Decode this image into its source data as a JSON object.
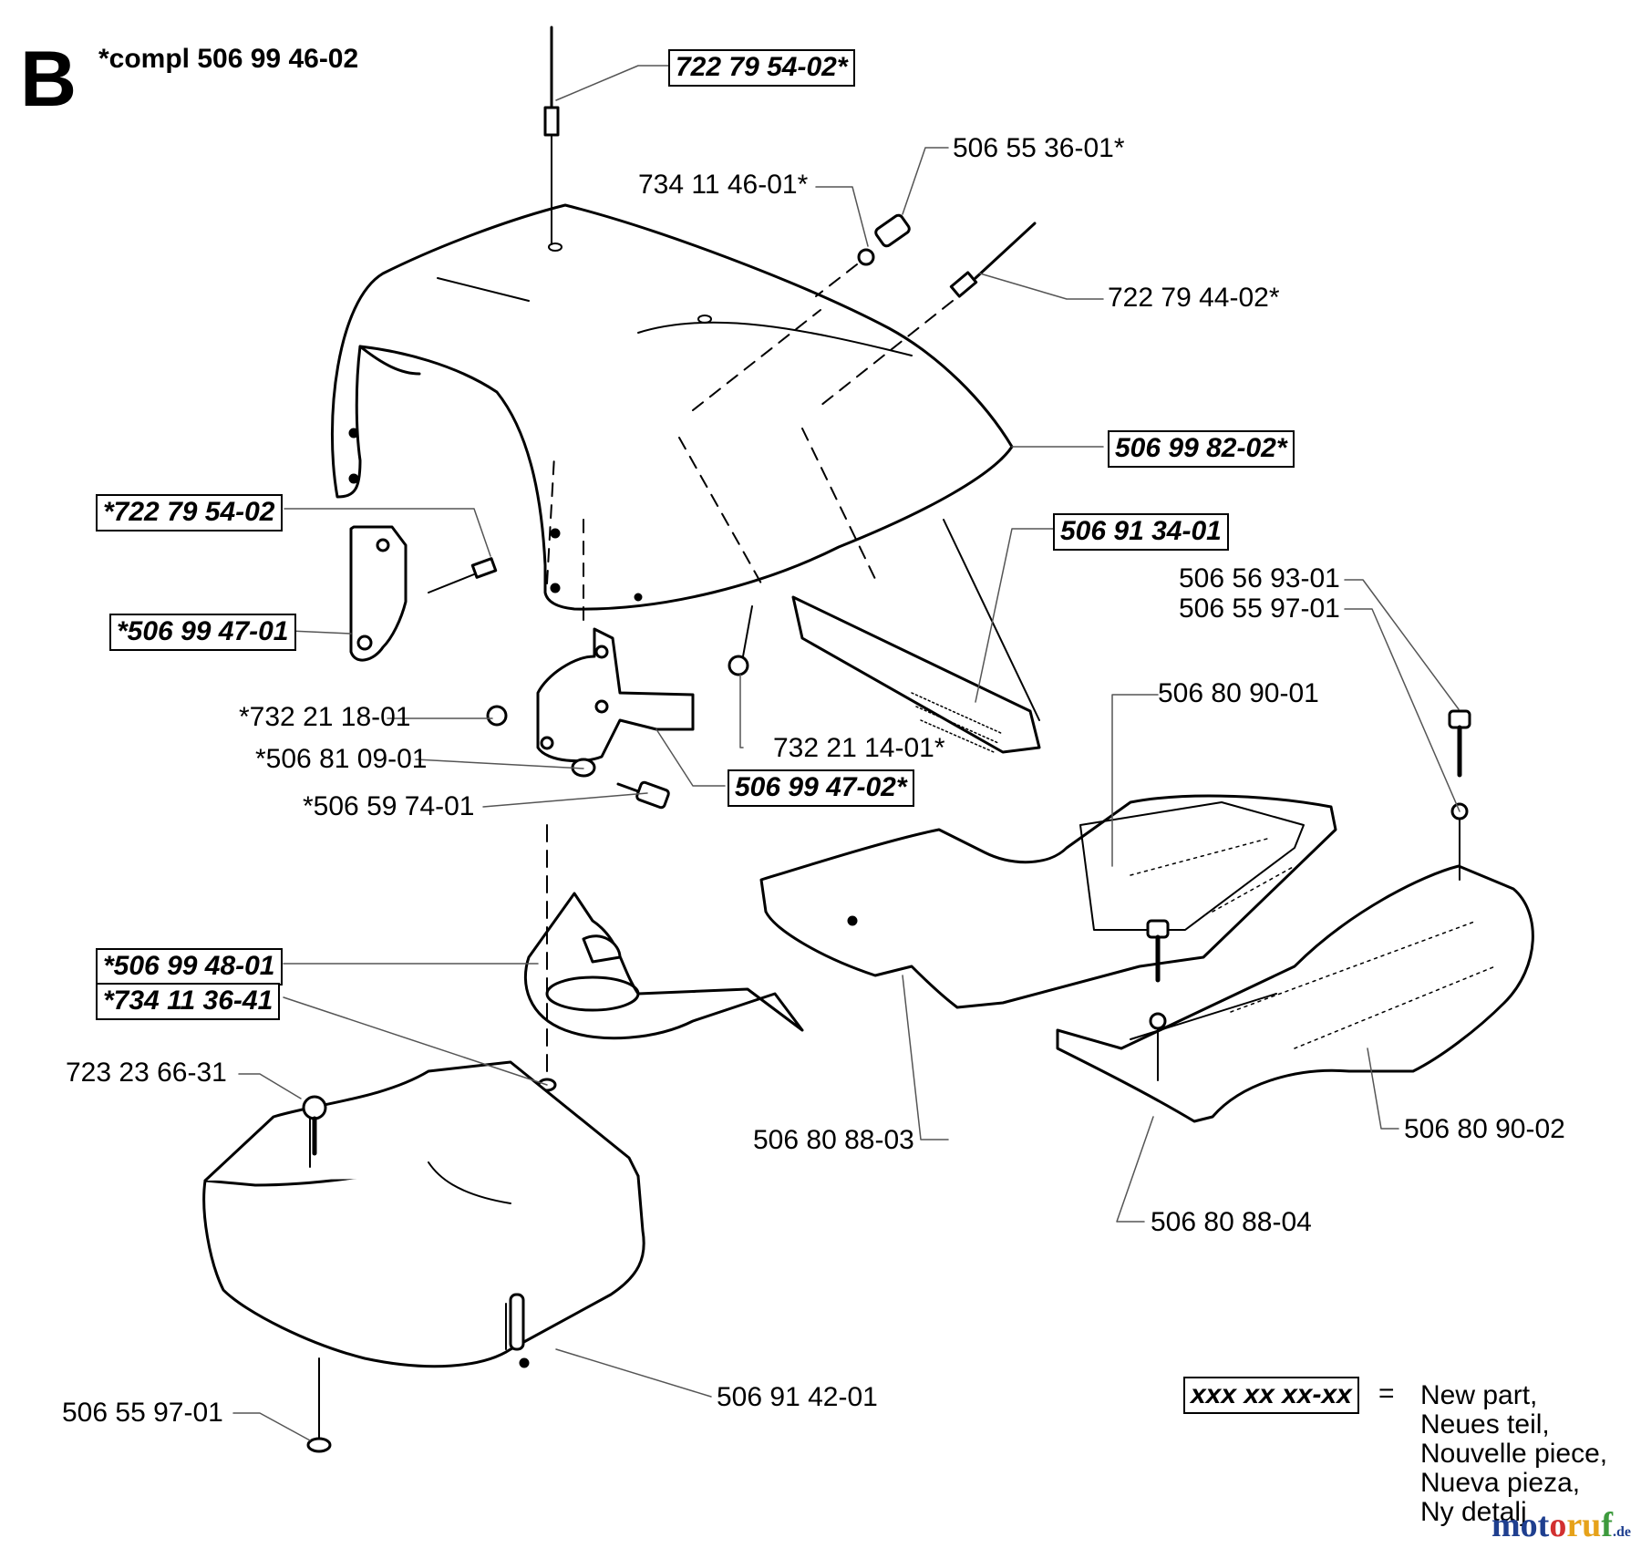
{
  "section": "B",
  "compl": "*compl 506 99 46-02",
  "parts": {
    "p1": "722 79 54-02*",
    "p2": "506 55 36-01*",
    "p3": "734 11 46-01*",
    "p4": "722 79 44-02*",
    "p5": "506 99 82-02*",
    "p6": "*722 79 54-02",
    "p7": "506 91 34-01",
    "p8": "*506 99 47-01",
    "p9": "506 56 93-01",
    "p10": "506 55 97-01",
    "p11": "506 80 90-01",
    "p12": "*732 21 18-01",
    "p13": "732 21 14-01*",
    "p14": "*506 81 09-01",
    "p15": "506 99 47-02*",
    "p16": "*506 59 74-01",
    "p17": "*506 99 48-01",
    "p18": "*734 11 36-41",
    "p19": "723 23 66-31",
    "p20": "506 80 88-03",
    "p21": "506 80 90-02",
    "p22": "506 80 88-04",
    "p23": "506 91 42-01",
    "p24": "506 55 97-01"
  },
  "legend": {
    "sample": "xxx xx xx-xx",
    "equals": "=",
    "lines": [
      "New part,",
      "Neues teil,",
      "Nouvelle piece,",
      "Nueva pieza,",
      "Ny detalj"
    ]
  },
  "watermark": {
    "a": "mot",
    "b": "o",
    "c": "ru",
    "d": "f",
    "e": ".de"
  }
}
